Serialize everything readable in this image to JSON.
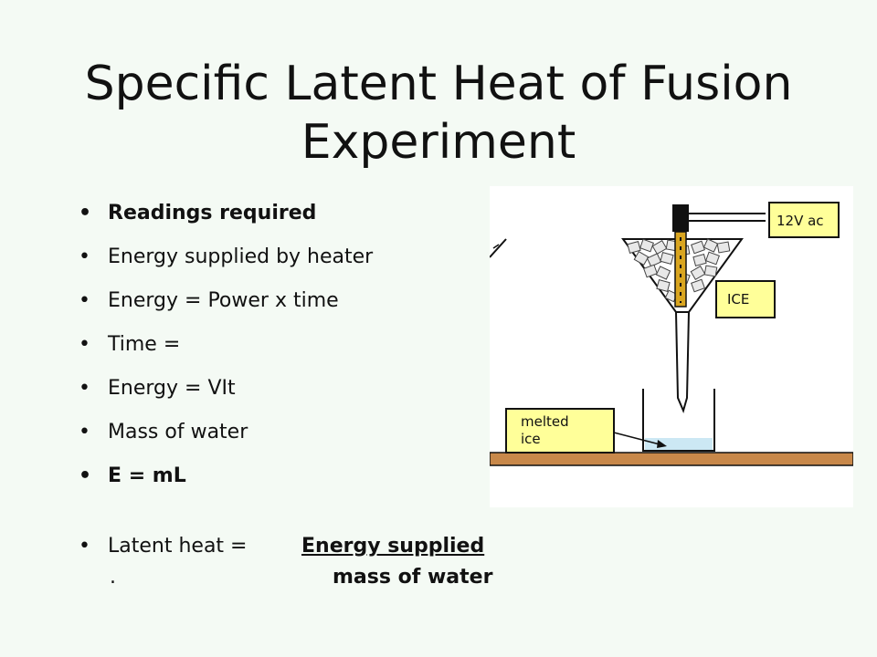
{
  "title": {
    "line1": "Specific Latent Heat of Fusion",
    "line2": "Experiment"
  },
  "bullets": [
    {
      "text": "Readings required",
      "bold": true
    },
    {
      "text": "Energy supplied by heater",
      "bold": false
    },
    {
      "text": "Energy = Power x time",
      "bold": false
    },
    {
      "text": "Time =",
      "bold": false
    },
    {
      "text": "Energy = VIt",
      "bold": false
    },
    {
      "text": "Mass of water",
      "bold": false
    },
    {
      "text": "E = mL",
      "bold": true
    }
  ],
  "formula": {
    "label": "Latent heat =",
    "numerator": "Energy supplied",
    "period": ".",
    "denominator": "mass of water"
  },
  "diagram": {
    "supply_label": "12V ac",
    "ice_label": "ICE",
    "melted_label_line1": "melted",
    "melted_label_line2": "ice",
    "colors": {
      "label_box": "#ffff99",
      "bench": "#c8884a",
      "heater": "#d9a520",
      "water": "#cce8f4"
    }
  }
}
